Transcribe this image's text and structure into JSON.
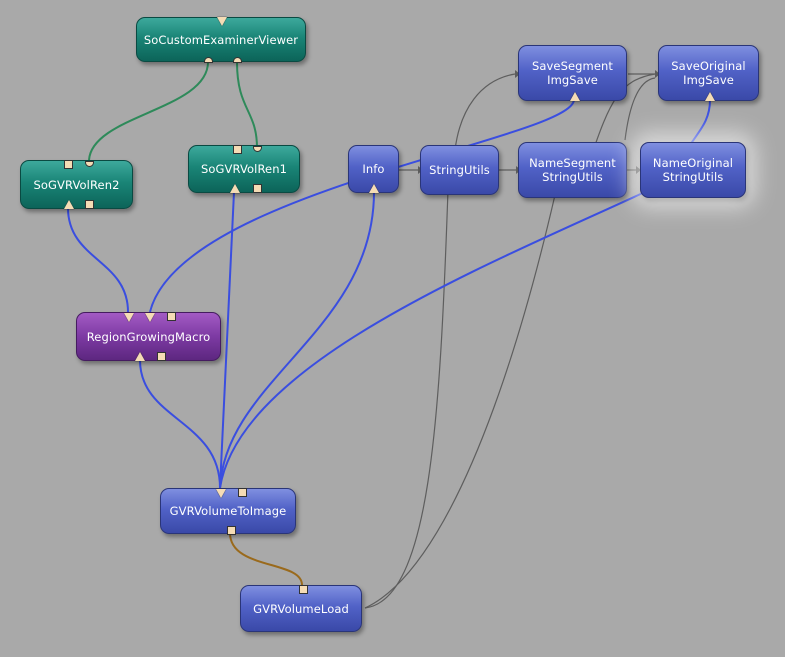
{
  "colors": {
    "background": "#a9a9a9",
    "inventor_link": "#2e8a5a",
    "image_link": "#3a4ee0",
    "base_link": "#9a6a1c",
    "parameter_link": "#666666",
    "teal_module": "#1a8577",
    "blue_module": "#5162c7",
    "purple_module": "#7d3aa3"
  },
  "modules": {
    "so_custom_examiner_viewer": {
      "label": "SoCustomExaminerViewer"
    },
    "so_gvr_vol_ren2": {
      "label": "SoGVRVolRen2"
    },
    "so_gvr_vol_ren1": {
      "label": "SoGVRVolRen1"
    },
    "info": {
      "label": "Info"
    },
    "string_utils": {
      "label": "StringUtils"
    },
    "save_segment": {
      "label": "SaveSegment\nImgSave"
    },
    "save_original": {
      "label": "SaveOriginal\nImgSave"
    },
    "name_segment": {
      "label": "NameSegment\nStringUtils"
    },
    "name_original": {
      "label": "NameOriginal\nStringUtils"
    },
    "region_growing_macro": {
      "label": "RegionGrowingMacro"
    },
    "gvr_volume_to_image": {
      "label": "GVRVolumeToImage"
    },
    "gvr_volume_load": {
      "label": "GVRVolumeLoad"
    }
  }
}
